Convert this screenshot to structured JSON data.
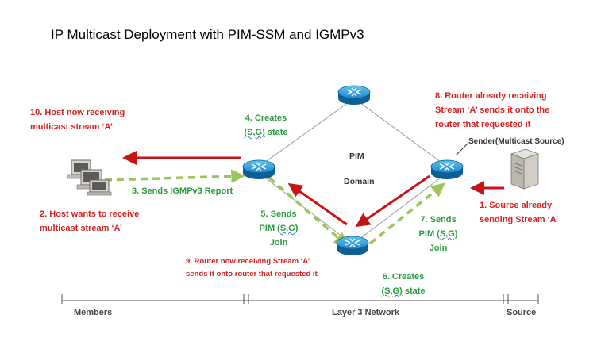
{
  "title": "IP Multicast Deployment with PIM-SSM and IGMPv3",
  "labels": {
    "step10_line1": "10. Host now receiving",
    "step10_line2": "multicast stream ‘A’",
    "step2_line1": "2. Host wants to receive",
    "step2_line2": "multicast stream ‘A’",
    "step3": "3. Sends IGMPv3 Report",
    "step4_line1": "4. Creates",
    "step4_sg": "(S,G)",
    "step4_rest": " state",
    "step5_line1": "5. Sends",
    "step5_pim": "PIM (",
    "step5_sg": "S,G)",
    "step5_line3": "Join",
    "step6_line1": "6. Creates",
    "step6_sg": "(S,G)",
    "step6_rest": " state",
    "step7_line1": "7. Sends",
    "step7_pim": "PIM (",
    "step7_sg": "S,G)",
    "step7_line3": "Join",
    "step8_line1": "8. Router already receiving",
    "step8_line2": "Stream ‘A’ sends it onto the",
    "step8_line3": "router that requested it",
    "step9_line1": "9. Router now receiving Stream ‘A’",
    "step9_line2": "sends it onto router that requested it",
    "step1_line1": "1. Source already",
    "step1_line2": "sending Stream ‘A’",
    "sender": "Sender(Multicast Source)",
    "pim": "PIM",
    "domain": "Domain"
  },
  "footer": {
    "members": "Members",
    "layer3": "Layer 3 Network",
    "source": "Source"
  },
  "colors": {
    "red_arrow": "#c81414",
    "green_dashed": "#9cc45a",
    "router_blue": "#1f8fd0",
    "red_text": "#d42020",
    "green_text": "#2b9a3e"
  },
  "icons": [
    "router-icon",
    "workstation-icon",
    "server-icon"
  ]
}
